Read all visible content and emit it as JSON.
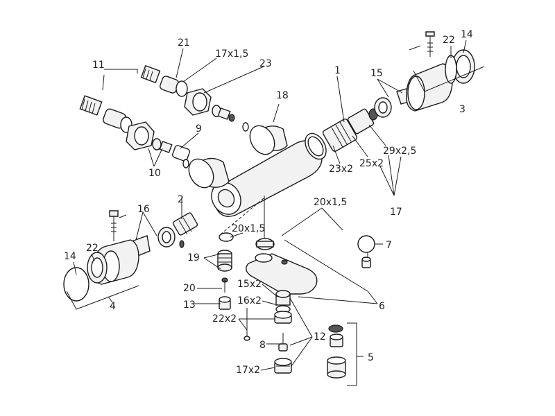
{
  "labels": {
    "l11": "11",
    "l21": "21",
    "l17x15": "17x1,5",
    "l23": "23",
    "l18": "18",
    "l9": "9",
    "l10": "10",
    "l1": "1",
    "l15": "15",
    "l22_right": "22",
    "l14_right": "14",
    "l3": "3",
    "l29x25": "29x2,5",
    "l25x2": "25x2",
    "l23x2": "23x2",
    "l17": "17",
    "l2": "2",
    "l16": "16",
    "l14_left": "14",
    "l22_left": "22",
    "l4": "4",
    "l20x15_a": "20x1,5",
    "l20x15_b": "20x1,5",
    "l19": "19",
    "l20": "20",
    "l13": "13",
    "l15x2": "15x2",
    "l16x2": "16x2",
    "l22x2": "22x2",
    "l8": "8",
    "l17x2": "17x2",
    "l12": "12",
    "l5": "5",
    "l6": "6",
    "l7": "7"
  }
}
